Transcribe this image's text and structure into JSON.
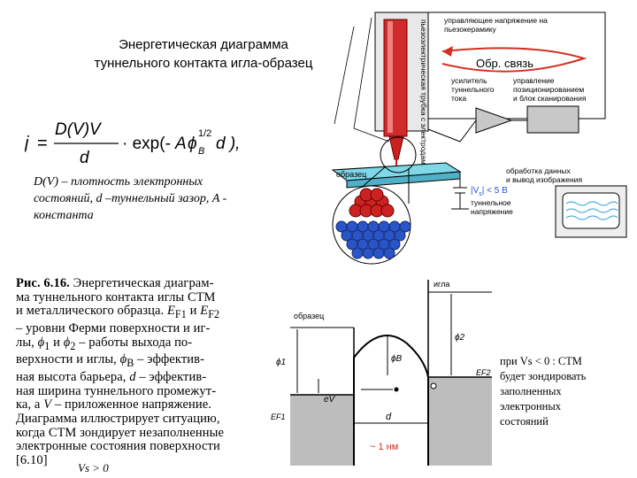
{
  "title": {
    "line1": "Энергетическая диаграмма",
    "line2": "туннельного контакта игла-образец"
  },
  "formula": {
    "j": "j",
    "eq": "=",
    "numerator": "D(V)V",
    "denominator": "d",
    "exp": "· exp(-",
    "A": "A",
    "phi": "ϕ",
    "phi_sub": "B",
    "phi_sup": "1/2",
    "tail": "d ),"
  },
  "description": {
    "line1": "D(V) – плотность электронных",
    "line2": "состояний, d –туннельный зазор, A -",
    "line3": "константа"
  },
  "stm_diagram": {
    "tube_label": "пьезоэлектрическая трубка с электродами",
    "label_control_piezo": "управляющее напряжение на пьезокерамику",
    "feedback": "Обр. связь",
    "label_amp": "усилитель туннельного тока",
    "label_control": "управление позиционированием и блок сканирования",
    "label_sample": "образец",
    "label_processing": "обработка данных и вывод изображения",
    "bias": "|V",
    "bias_sub": "s",
    "bias_rest": "| < 5 В",
    "label_tunnel_voltage": "туннельное напряжение"
  },
  "caption": {
    "fig": "Рис. 6.16.",
    "line1_rest": "Энергетическая диаграм-",
    "line2": "ма туннельного контакта иглы СТМ",
    "line3": "и металлического образца.",
    "e_f1": "E",
    "e_f1_sub": "F1",
    "and": "и",
    "e_f2": "E",
    "e_f2_sub": "F2",
    "line4": "– уровни Ферми поверхности и иг-",
    "line5_a": "лы,",
    "phi1": "ϕ",
    "phi1_sub": "1",
    "line5_b": "и",
    "phi2": "ϕ",
    "phi2_sub": "2",
    "line5_c": "– работы выхода по-",
    "line6_a": "верхности и иглы,",
    "phib": "ϕ",
    "phib_sub": "B",
    "line6_b": "– эффектив-",
    "line7_a": "ная высота барьера,",
    "line7_d": "d",
    "line7_b": "– эффектив-",
    "line8": "ная ширина туннельного промежут-",
    "line9_a": "ка, а",
    "line9_v": "V",
    "line9_b": "– приложенное напряжение.",
    "line10": "Диаграмма иллюстрирует ситуацию,",
    "line11": "когда СТМ зондирует незаполненные",
    "line12": "электронные состояния поверхности",
    "line13": "[6.10]"
  },
  "vs_positive": "Vs > 0",
  "energy_diagram": {
    "needle": "игла",
    "sample": "образец",
    "phi_b": "ϕB",
    "phi_1": "ϕ1",
    "phi_2": "ϕ2",
    "eV": "eV",
    "d": "d",
    "ef1": "EF1",
    "ef2": "EF2",
    "distance": "~ 1 нм"
  },
  "right_note": {
    "line1": "при Vs < 0 : СТМ",
    "line2": "будет зондировать",
    "line3": "заполненных",
    "line4": "электронных",
    "line5": "состояний"
  },
  "colors": {
    "red": "#cc2222",
    "cyan": "#7fd8e8",
    "blue": "#2a55c8",
    "gray": "#bbbbbb",
    "arrow_red": "#d23020"
  }
}
